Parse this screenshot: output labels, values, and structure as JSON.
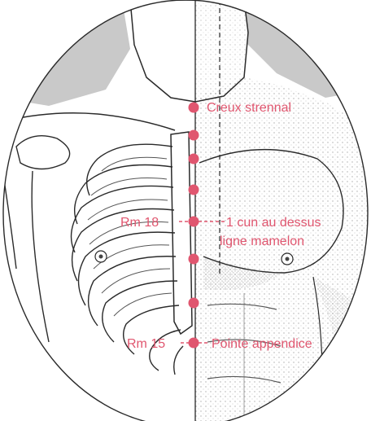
{
  "labels": {
    "creux": "Creux strennal",
    "cun_line1": "1 cun au dessus",
    "cun_line2": "ligne mamelon",
    "rm18": "Rm 18",
    "rm15": "Rm 15",
    "pointe": "Pointe appendice"
  },
  "colors": {
    "point": "#e0566f",
    "ink": "#2a2a2a",
    "skin": "#ffffff",
    "shadow": "#c9c9c9",
    "frame_bg": "#ffffff"
  },
  "points": [
    {
      "id": "creux-strennal"
    },
    {
      "id": "point-2"
    },
    {
      "id": "point-3"
    },
    {
      "id": "point-4"
    },
    {
      "id": "rm-18"
    },
    {
      "id": "point-6"
    },
    {
      "id": "point-7"
    },
    {
      "id": "rm-15"
    }
  ]
}
